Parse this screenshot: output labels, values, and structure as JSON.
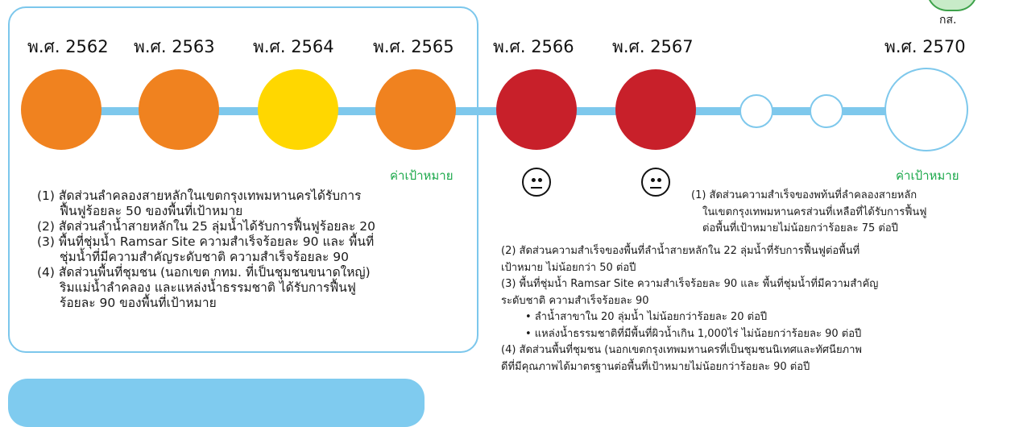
{
  "logo": {
    "label": "กส."
  },
  "timeline": {
    "years": [
      "พ.ศ. 2562",
      "พ.ศ. 2563",
      "พ.ศ. 2564",
      "พ.ศ. 2565",
      "พ.ศ. 2566",
      "พ.ศ. 2567",
      "พ.ศ. 2570"
    ],
    "colors": {
      "orange": "#f0821f",
      "yellow": "#ffd700",
      "red": "#c8202a",
      "bar": "#7ec8ec",
      "hollow": "#ffffff"
    }
  },
  "left_panel": {
    "target_label": "ค่าเป้าหมาย",
    "items": [
      [
        "(1) สัดส่วนลำคลองสายหลักในเขตกรุงเทพมหานครได้รับการ",
        "ฟื้นฟูร้อยละ 50 ของพื้นที่เป้าหมาย"
      ],
      [
        "(2) สัดส่วนลำน้ำสายหลักใน 25 ลุ่มน้ำได้รับการฟื้นฟูร้อยละ 20"
      ],
      [
        "(3) พื้นที่ชุ่มน้ำ Ramsar Site ความสำเร็จร้อยละ 90 และ พื้นที่",
        "ชุ่มน้ำที่มีความสำคัญระดับชาติ ความสำเร็จร้อยละ 90"
      ],
      [
        "(4) สัดส่วนพื้นที่ชุมชน (นอกเขต กทม. ที่เป็นชุมชนขนาดใหญ่)",
        "ริมแม่น้ำลำคลอง และแหล่งน้ำธรรมชาติ ได้รับการฟื้นฟู",
        "ร้อยละ 90 ของพื้นที่เป้าหมาย"
      ]
    ]
  },
  "right_panel": {
    "target_label": "ค่าเป้าหมาย",
    "item1": [
      "(1) สัดส่วนความสำเร็จของพท้นที่ลำคลองสายหลัก",
      "ในเขตกรุงเทพมหานครส่วนที่เหลือที่ได้รับการฟื้นฟู",
      "ต่อพื้นที่เป้าหมายไม่น้อยกว่าร้อยละ 75 ต่อปี"
    ],
    "rest": [
      "(2) สัดส่วนความสำเร็จของพื้นที่ลำน้ำสายหลักใน 22 ลุ่มน้ำที่รับการฟื้นฟูต่อพื้นที่",
      "เป้าหมาย ไม่น้อยกว่า 50 ต่อปี",
      "(3) พื้นที่ชุ่มน้ำ Ramsar Site ความสำเร็จร้อยละ 90 และ พื้นที่ชุ่มน้ำที่มีความสำคัญ",
      "ระดับชาติ ความสำเร็จร้อยละ 90",
      "• ลำน้ำสาขาใน 20 ลุ่มน้ำ ไม่น้อยกว่าร้อยละ 20 ต่อปี",
      "• แหล่งน้ำธรรมชาติที่มีพื้นที่ผิวน้ำเกิน 1,000ไร่ ไม่น้อยกว่าร้อยละ 90 ต่อปี",
      "(4) สัดส่วนพื้นที่ชุมชน (นอกเขตกรุงเทพมหานครที่เป็นชุมชนนิเทศและทัศนียภาพ",
      "ดีที่มีคุณภาพได้มาตรฐานต่อพื้นที่เป้าหมายไม่น้อยกว่าร้อยละ 90 ต่อปี"
    ]
  }
}
